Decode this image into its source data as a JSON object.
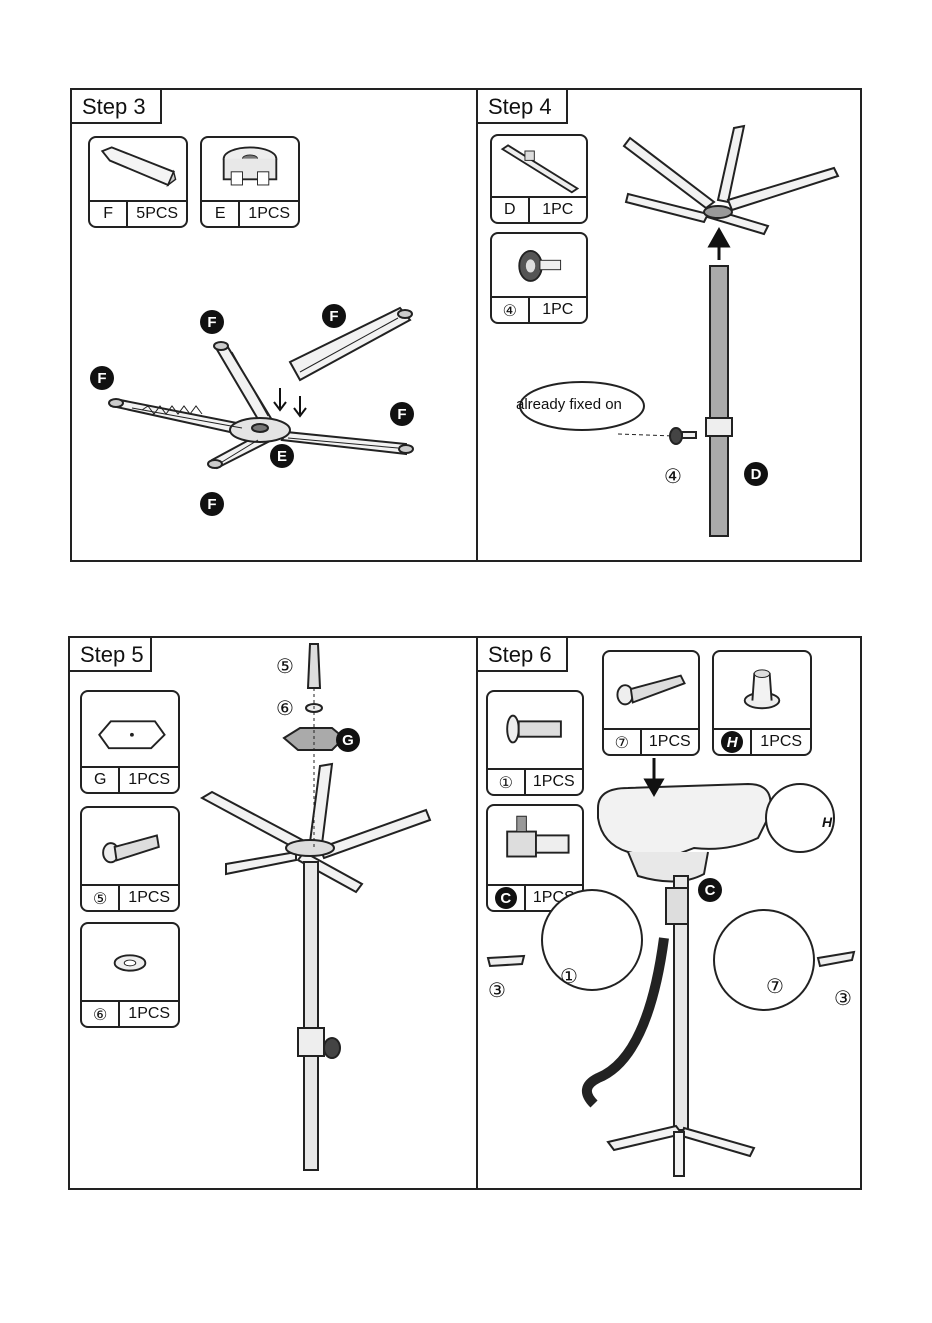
{
  "steps": [
    {
      "label": "Step 3"
    },
    {
      "label": "Step 4"
    },
    {
      "label": "Step 5"
    },
    {
      "label": "Step 6"
    }
  ],
  "step3": {
    "parts": [
      {
        "id": "F",
        "qty": "5PCS"
      },
      {
        "id": "E",
        "qty": "1PCS"
      }
    ],
    "callouts": [
      "F",
      "F",
      "F",
      "F",
      "F",
      "E"
    ]
  },
  "step4": {
    "parts": [
      {
        "id": "D",
        "qty": "1PC"
      },
      {
        "id": "④",
        "qty": "1PC"
      }
    ],
    "bubble": "already fixed on",
    "num": "④",
    "callout": "D"
  },
  "step5": {
    "parts": [
      {
        "id": "G",
        "qty": "1PCS"
      },
      {
        "id": "⑤",
        "qty": "1PCS"
      },
      {
        "id": "⑥",
        "qty": "1PCS"
      }
    ],
    "num5": "⑤",
    "num6": "⑥",
    "callout": "G"
  },
  "step6": {
    "parts": [
      {
        "id": "①",
        "qty": "1PCS"
      },
      {
        "id": "C",
        "qty": "1PCS"
      },
      {
        "id": "⑦",
        "qty": "1PCS"
      },
      {
        "id": "H",
        "qty": "1PCS"
      }
    ],
    "labels": {
      "c": "C",
      "h": "H",
      "n3a": "③",
      "n1": "①",
      "n7": "⑦",
      "n3b": "③"
    }
  }
}
